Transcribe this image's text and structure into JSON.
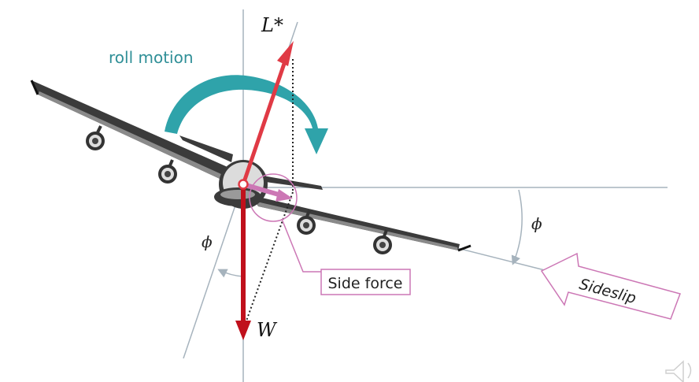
{
  "labels": {
    "lift": "L*",
    "weight": "W",
    "roll": "roll motion",
    "side_force": "Side force",
    "sideslip": "Sideslip",
    "phi_left": "ϕ",
    "phi_right": "ϕ"
  },
  "colors": {
    "guide": "#a6b3bd",
    "roll_arrow": "#2fa3aa",
    "roll_text": "#2f8f97",
    "lift_arrow": "#e03a45",
    "weight_arrow": "#c0101c",
    "side_force_arrow": "#cc77b5",
    "callout": "#cc77b5",
    "aircraft_body": "#3b3b3b",
    "aircraft_light": "#d9d9d9"
  },
  "icons": [
    "speaker-icon"
  ]
}
